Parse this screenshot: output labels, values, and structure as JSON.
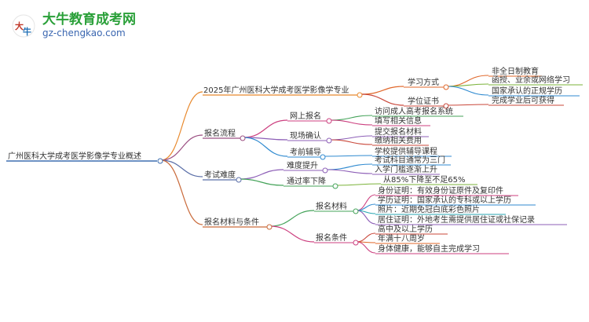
{
  "logo": {
    "title": "大牛教育成考网",
    "url": "gz-chengkao.com"
  },
  "mindmap": {
    "root": "广州医科大学成考医学影像学专业概述",
    "branches": [
      {
        "label": "2025年广州医科大学成考医学影像学专业",
        "children": [
          {
            "label": "学习方式",
            "children": [
              "非全日制教育",
              "函授、业余或网络学习",
              "国家承认的正规学历"
            ]
          },
          {
            "label": "学位证书",
            "children": [
              "完成学业后可获得"
            ]
          }
        ]
      },
      {
        "label": "报名流程",
        "children": [
          {
            "label": "网上报名",
            "children": [
              "访问成人高考报名系统",
              "填写相关信息"
            ]
          },
          {
            "label": "现场确认",
            "children": [
              "提交报名材料",
              "缴纳相关费用"
            ]
          },
          {
            "label": "考前辅导",
            "children": [
              "学校提供辅导课程"
            ]
          }
        ]
      },
      {
        "label": "考试难度",
        "children": [
          {
            "label": "难度提升",
            "children": [
              "考试科目通常为三门",
              "入学门槛逐渐上升"
            ]
          },
          {
            "label": "通过率下降",
            "children": [
              "从85%下降至不足65%"
            ]
          }
        ]
      },
      {
        "label": "报名材料与条件",
        "children": [
          {
            "label": "报名材料",
            "children": [
              "身份证明：有效身份证原件及复印件",
              "学历证明：国家承认的专科或以上学历",
              "照片：近期免冠白底彩色照片",
              "居住证明：外地考生需提供居住证或社保记录"
            ]
          },
          {
            "label": "报名条件",
            "children": [
              "高中及以上学历",
              "年满十八周岁",
              "身体健康，能够自主完成学习"
            ]
          }
        ]
      }
    ]
  },
  "colors": {
    "root_line": "#3f6fb0",
    "branch1": "#e8892d",
    "branch2": "#9b4f82",
    "branch3": "#5b6fa8",
    "branch4": "#c96a3a",
    "sub_orange": "#e0672a",
    "sub_red": "#c9473a",
    "sub_pink": "#cc3f7f",
    "sub_green": "#45a35a",
    "sub_purple": "#8d5fb7",
    "sub_blue": "#2f8ad0",
    "sub_teal": "#27a6b0",
    "sub_lime": "#7bb33a"
  }
}
